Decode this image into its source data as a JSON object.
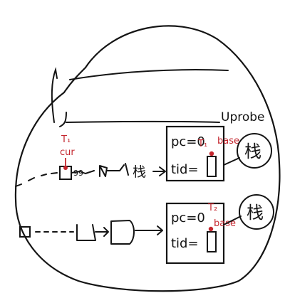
{
  "labels": {
    "probe": "Uprobe",
    "top": {
      "cur_marker": "T₁",
      "cur_word": "cur",
      "seq": "99",
      "arrow_end": "栈",
      "pc": "pc=0",
      "tid": "tid=",
      "base_marker": "T₁",
      "base_word": "base",
      "stack": "栈"
    },
    "bottom": {
      "pc": "pc=0",
      "tid": "tid=",
      "base_marker": "T₂",
      "base_word": "base",
      "stack": "栈"
    }
  },
  "colors": {
    "ink": "#141414",
    "annotation": "#c4262e"
  }
}
